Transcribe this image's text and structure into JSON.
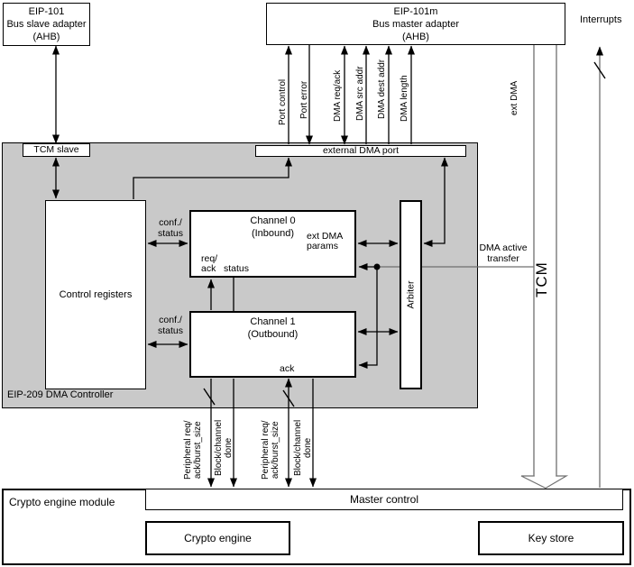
{
  "colors": {
    "controller_fill": "#c9c9c9",
    "wire": "#000000",
    "bus_wire": "#6f6f6f"
  },
  "top": {
    "eip101": [
      "EIP-101",
      "Bus slave adapter",
      "(AHB)"
    ],
    "eip101m": [
      "EIP-101m",
      "Bus master adapter",
      "(AHB)"
    ],
    "interrupts": "Interrupts"
  },
  "bus": {
    "port_control": "Port control",
    "port_error": "Port error",
    "dma_req_ack": "DMA req/ack",
    "dma_src_addr": "DMA src addr",
    "dma_dest_addr": "DMA dest addr",
    "dma_length": "DMA length",
    "ext_dma": "ext DMA",
    "tcm": "TCM"
  },
  "controller": {
    "label": "EIP-209 DMA Controller",
    "tcm_slave": "TCM slave",
    "ext_port": "external DMA port",
    "control_registers": "Control registers",
    "ch0": [
      "Channel 0",
      "(Inbound)"
    ],
    "ch1": [
      "Channel 1",
      "(Outbound)"
    ],
    "arbiter": "Arbiter",
    "ext_dma_params": [
      "ext DMA",
      "params"
    ],
    "conf_status": [
      "conf./",
      "status"
    ],
    "req_ack": [
      "req/",
      "ack"
    ],
    "status": "status",
    "ack": "ack",
    "dma_active": [
      "DMA active",
      "transfer"
    ]
  },
  "signals": {
    "peripheral": [
      "Peripheral req/",
      "ack/burst_size"
    ],
    "block_done": [
      "Block/channel",
      "done"
    ]
  },
  "crypto": {
    "module": "Crypto engine module",
    "master": "Master control",
    "engine": "Crypto engine",
    "keystore": "Key store"
  }
}
